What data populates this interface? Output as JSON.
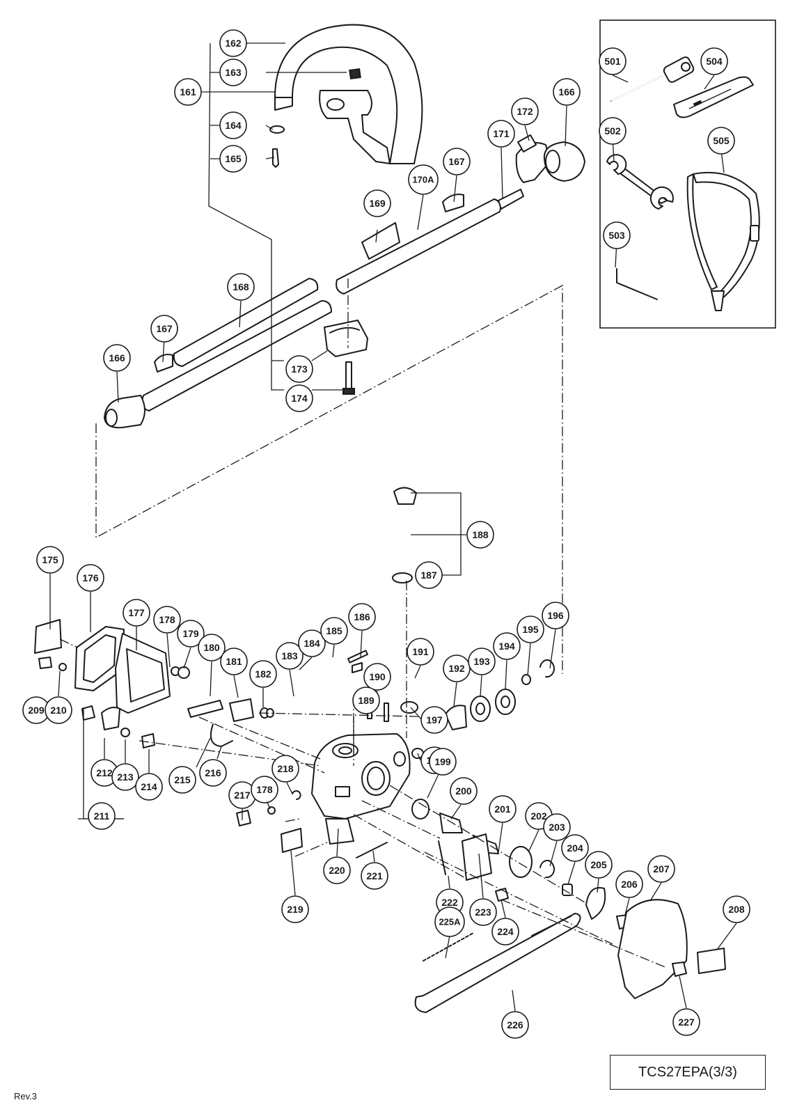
{
  "model_label": "TCS27EPA(3/3)",
  "revision": "Rev.3",
  "callouts": [
    {
      "id": "p162",
      "label": "162"
    },
    {
      "id": "p163",
      "label": "163"
    },
    {
      "id": "p161",
      "label": "161"
    },
    {
      "id": "p164",
      "label": "164"
    },
    {
      "id": "p165",
      "label": "165"
    },
    {
      "id": "p172",
      "label": "172"
    },
    {
      "id": "p166a",
      "label": "166"
    },
    {
      "id": "p171",
      "label": "171"
    },
    {
      "id": "p170A",
      "label": "170A"
    },
    {
      "id": "p167a",
      "label": "167"
    },
    {
      "id": "p169",
      "label": "169"
    },
    {
      "id": "p168",
      "label": "168"
    },
    {
      "id": "p167b",
      "label": "167"
    },
    {
      "id": "p166b",
      "label": "166"
    },
    {
      "id": "p173",
      "label": "173"
    },
    {
      "id": "p174",
      "label": "174"
    },
    {
      "id": "p501",
      "label": "501"
    },
    {
      "id": "p504",
      "label": "504"
    },
    {
      "id": "p502",
      "label": "502"
    },
    {
      "id": "p505",
      "label": "505"
    },
    {
      "id": "p503",
      "label": "503"
    },
    {
      "id": "p188",
      "label": "188"
    },
    {
      "id": "p187",
      "label": "187"
    },
    {
      "id": "p175",
      "label": "175"
    },
    {
      "id": "p176",
      "label": "176"
    },
    {
      "id": "p177",
      "label": "177"
    },
    {
      "id": "p178a",
      "label": "178"
    },
    {
      "id": "p179",
      "label": "179"
    },
    {
      "id": "p180",
      "label": "180"
    },
    {
      "id": "p181",
      "label": "181"
    },
    {
      "id": "p182",
      "label": "182"
    },
    {
      "id": "p183",
      "label": "183"
    },
    {
      "id": "p184",
      "label": "184"
    },
    {
      "id": "p185",
      "label": "185"
    },
    {
      "id": "p186",
      "label": "186"
    },
    {
      "id": "p191",
      "label": "191"
    },
    {
      "id": "p190",
      "label": "190"
    },
    {
      "id": "p189",
      "label": "189"
    },
    {
      "id": "p192",
      "label": "192"
    },
    {
      "id": "p193",
      "label": "193"
    },
    {
      "id": "p194",
      "label": "194"
    },
    {
      "id": "p195",
      "label": "195"
    },
    {
      "id": "p196",
      "label": "196"
    },
    {
      "id": "p197",
      "label": "197"
    },
    {
      "id": "p198",
      "label": "198"
    },
    {
      "id": "p209",
      "label": "209"
    },
    {
      "id": "p210",
      "label": "210"
    },
    {
      "id": "p212",
      "label": "212"
    },
    {
      "id": "p213",
      "label": "213"
    },
    {
      "id": "p214",
      "label": "214"
    },
    {
      "id": "p211",
      "label": "211"
    },
    {
      "id": "p215",
      "label": "215"
    },
    {
      "id": "p216",
      "label": "216"
    },
    {
      "id": "p217",
      "label": "217"
    },
    {
      "id": "p178b",
      "label": "178"
    },
    {
      "id": "p218",
      "label": "218"
    },
    {
      "id": "p199",
      "label": "199"
    },
    {
      "id": "p200",
      "label": "200"
    },
    {
      "id": "p201",
      "label": "201"
    },
    {
      "id": "p202",
      "label": "202"
    },
    {
      "id": "p203",
      "label": "203"
    },
    {
      "id": "p204",
      "label": "204"
    },
    {
      "id": "p205",
      "label": "205"
    },
    {
      "id": "p206",
      "label": "206"
    },
    {
      "id": "p207",
      "label": "207"
    },
    {
      "id": "p208",
      "label": "208"
    },
    {
      "id": "p220",
      "label": "220"
    },
    {
      "id": "p219",
      "label": "219"
    },
    {
      "id": "p221",
      "label": "221"
    },
    {
      "id": "p222",
      "label": "222"
    },
    {
      "id": "p223",
      "label": "223"
    },
    {
      "id": "p224",
      "label": "224"
    },
    {
      "id": "p225A",
      "label": "225A"
    },
    {
      "id": "p226",
      "label": "226"
    },
    {
      "id": "p227",
      "label": "227"
    }
  ]
}
